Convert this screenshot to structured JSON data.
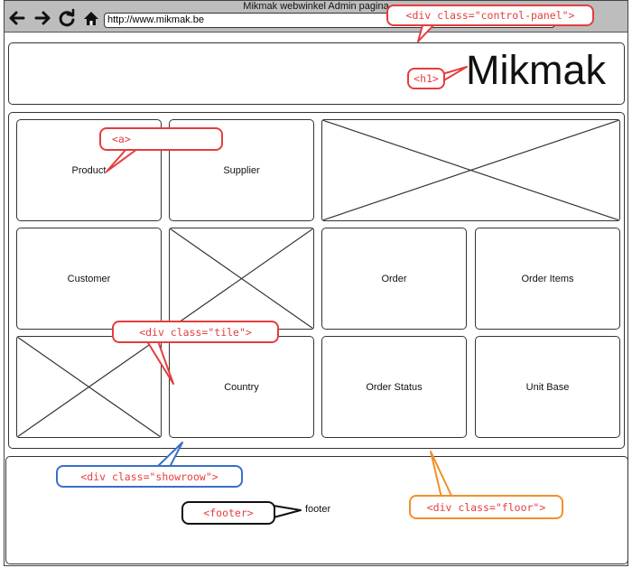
{
  "window": {
    "title": "Mikmak webwinkel Admin pagina",
    "url": "http://www.mikmak.be"
  },
  "icons": {
    "back": "arrow-left-icon",
    "forward": "arrow-right-icon",
    "reload": "reload-icon",
    "home": "home-icon"
  },
  "header": {
    "brand": "Mikmak"
  },
  "tiles": {
    "product": "Product",
    "supplier": "Supplier",
    "customer": "Customer",
    "order": "Order",
    "order_items": "Order Items",
    "country": "Country",
    "order_status": "Order Status",
    "unit_base": "Unit Base"
  },
  "footer": {
    "text": "footer"
  },
  "callouts": {
    "control_panel": "<div class=\"control-panel\">",
    "h1": "<h1>",
    "a": "<a>",
    "tile": "<div class=\"tile\">",
    "showroom": "<div class=\"showroow\">",
    "footer": "<footer>",
    "floor": "<div class=\"floor\">"
  },
  "colors": {
    "callout_red": "#e53d3d",
    "callout_blue": "#3b6ec9",
    "callout_orange": "#f0902a",
    "callout_black": "#111111",
    "chrome_bar": "#bdbdbd"
  }
}
